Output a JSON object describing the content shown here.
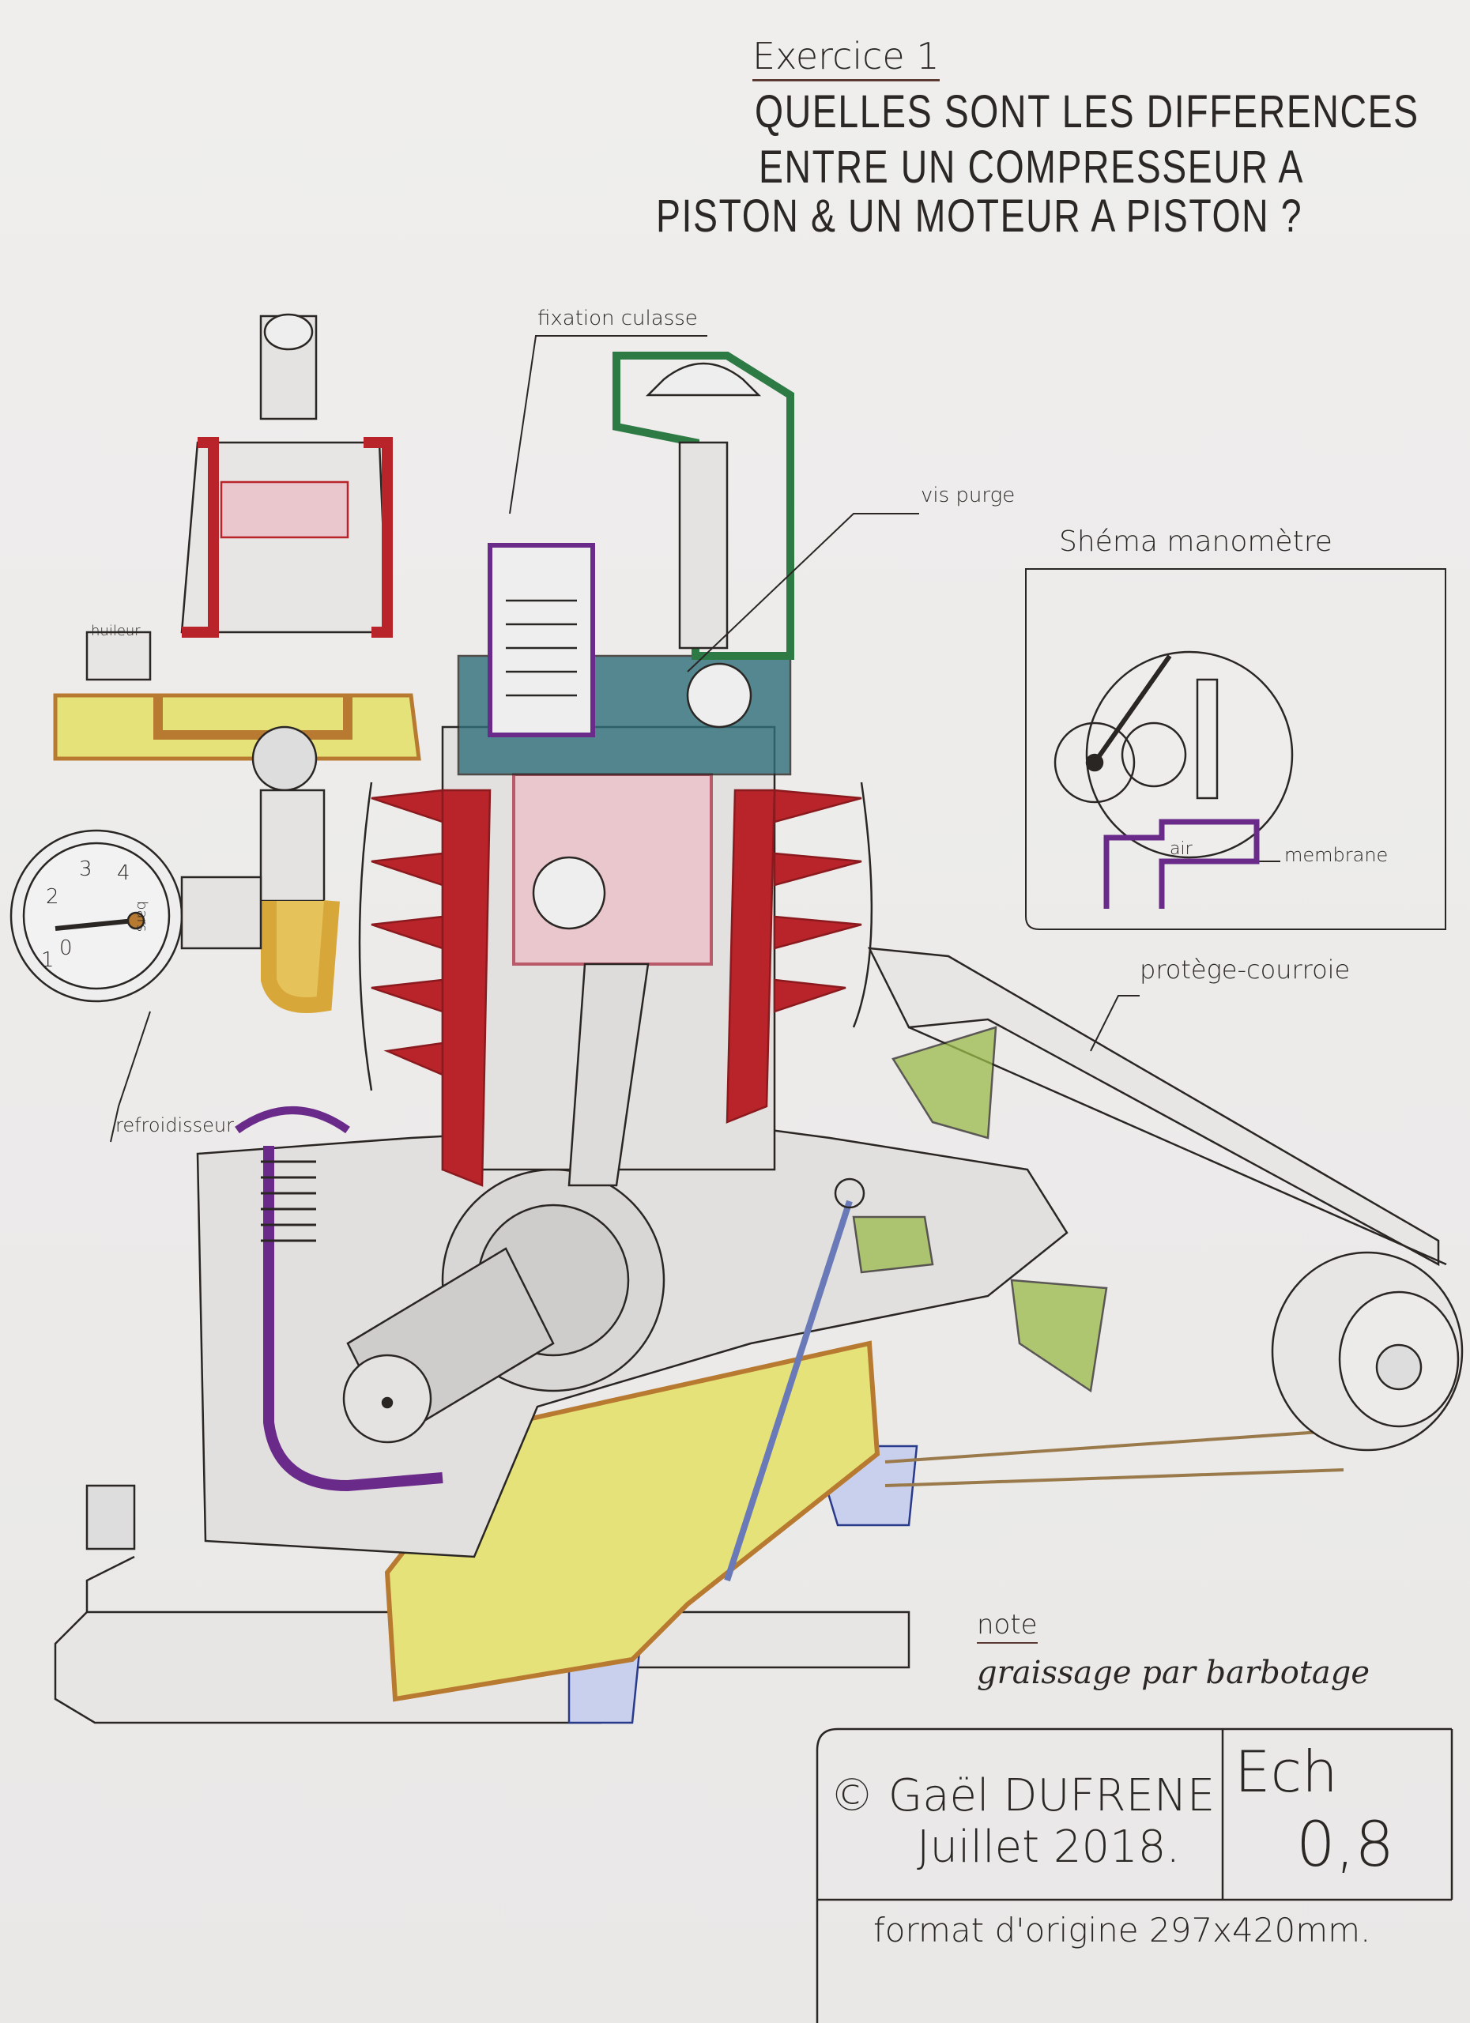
{
  "header": {
    "exercise": "Exercice 1",
    "question_lines": [
      "QUELLES SONT LES DIFFERENCES",
      "ENTRE UN COMPRESSEUR A",
      "PISTON & UN MOTEUR A PISTON ?"
    ]
  },
  "labels": {
    "fixation_culasse": "fixation culasse",
    "vis_purge": "vis purge",
    "huileur": "huileur",
    "refroidisseur": "refroidisseur",
    "protege_courroie": "protège-courroie"
  },
  "gauge": {
    "ticks": [
      "0",
      "1",
      "2",
      "3",
      "4"
    ],
    "unit": "bars"
  },
  "manometer_schema": {
    "title": "Shéma manomètre",
    "air_label": "air",
    "membrane_label": "membrane"
  },
  "note": {
    "heading": "note",
    "text": "graissage par barbotage"
  },
  "title_block": {
    "author": "© Gaël DUFRENE",
    "date": "Juillet 2018.",
    "scale_label": "Ech",
    "scale_value": "0,8",
    "format": "format d'origine 297x420mm."
  },
  "colors": {
    "red": "#b8242a",
    "green": "#2e7a45",
    "teal": "#2f6f7a",
    "yellow": "#e3e06a",
    "ochre": "#b77a30",
    "purple": "#6a2a8a",
    "lime": "#9bbb4a",
    "ink": "#2a2624"
  }
}
